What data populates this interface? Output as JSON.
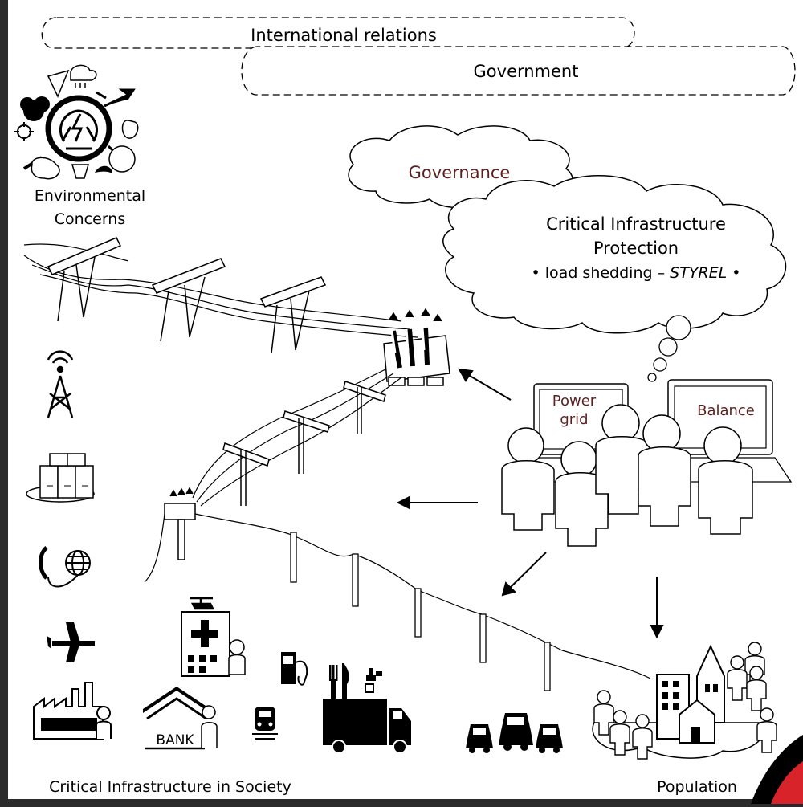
{
  "top_labels": {
    "international_relations": "International relations",
    "government": "Government"
  },
  "environment": {
    "label_line1": "Environmental",
    "label_line2": "Concerns"
  },
  "clouds": {
    "governance": "Governance",
    "cip_line1": "Critical Infrastructure",
    "cip_line2": "Protection",
    "cip_line3_prefix": "• load shedding – ",
    "cip_line3_name": "STYREL",
    "cip_line3_suffix": " •"
  },
  "monitors": {
    "left_line1": "Power",
    "left_line2": "grid",
    "right": "Balance"
  },
  "bottom_labels": {
    "critical_infrastructure": "Critical Infrastructure in Society",
    "population": "Population",
    "bank": "BANK"
  },
  "colors": {
    "background_frame": "#2b2b2b",
    "panel": "#ffffff",
    "ink": "#000000",
    "accent_text": "#5c1f1f",
    "corner_accent": "#d8232a"
  },
  "icons": [
    "recycle-lightning-icon",
    "radio-tower-icon",
    "server-icon",
    "phone-globe-icon",
    "airplane-icon",
    "hospital-icon",
    "factory-icon",
    "bank-icon",
    "train-icon",
    "fuel-pump-icon",
    "cutlery-icon",
    "water-tap-icon",
    "truck-icon",
    "cars-icon",
    "city-icon",
    "people-icon",
    "transformer-icon"
  ]
}
